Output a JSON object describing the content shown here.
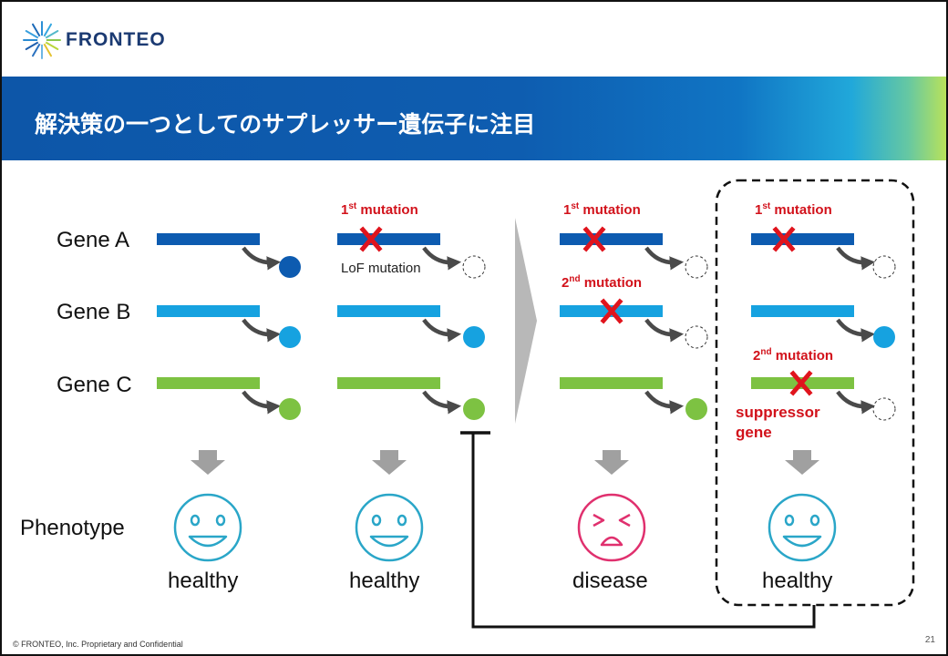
{
  "header": {
    "logo_text": "FRONTEO",
    "title": "解決策の一つとしてのサプレッサー遺伝子に注目"
  },
  "genes": [
    "Gene A",
    "Gene B",
    "Gene C"
  ],
  "phenotype_label": "Phenotype",
  "mutations": {
    "col2_first": {
      "ord": "1",
      "sup": "st",
      "text": " mutation"
    },
    "col2_lof": "LoF mutation",
    "col3_first": {
      "ord": "1",
      "sup": "st",
      "text": " mutation"
    },
    "col3_second": {
      "ord": "2",
      "sup": "nd",
      "text": " mutation"
    },
    "col4_first": {
      "ord": "1",
      "sup": "st",
      "text": " mutation"
    },
    "col4_second": {
      "ord": "2",
      "sup": "nd",
      "text": " mutation"
    },
    "suppressor": "suppressor gene"
  },
  "outcomes": [
    "healthy",
    "healthy",
    "disease",
    "healthy"
  ],
  "colors": {
    "gene_a": "#0d5bb0",
    "gene_b": "#16a2e0",
    "gene_c": "#7dc242",
    "cross": "#e0141d",
    "face_happy": "#2aa6c8",
    "face_sad": "#e0306e"
  },
  "footer": {
    "copyright": "© FRONTEO, Inc.  Proprietary and Confidential",
    "page": "21"
  }
}
